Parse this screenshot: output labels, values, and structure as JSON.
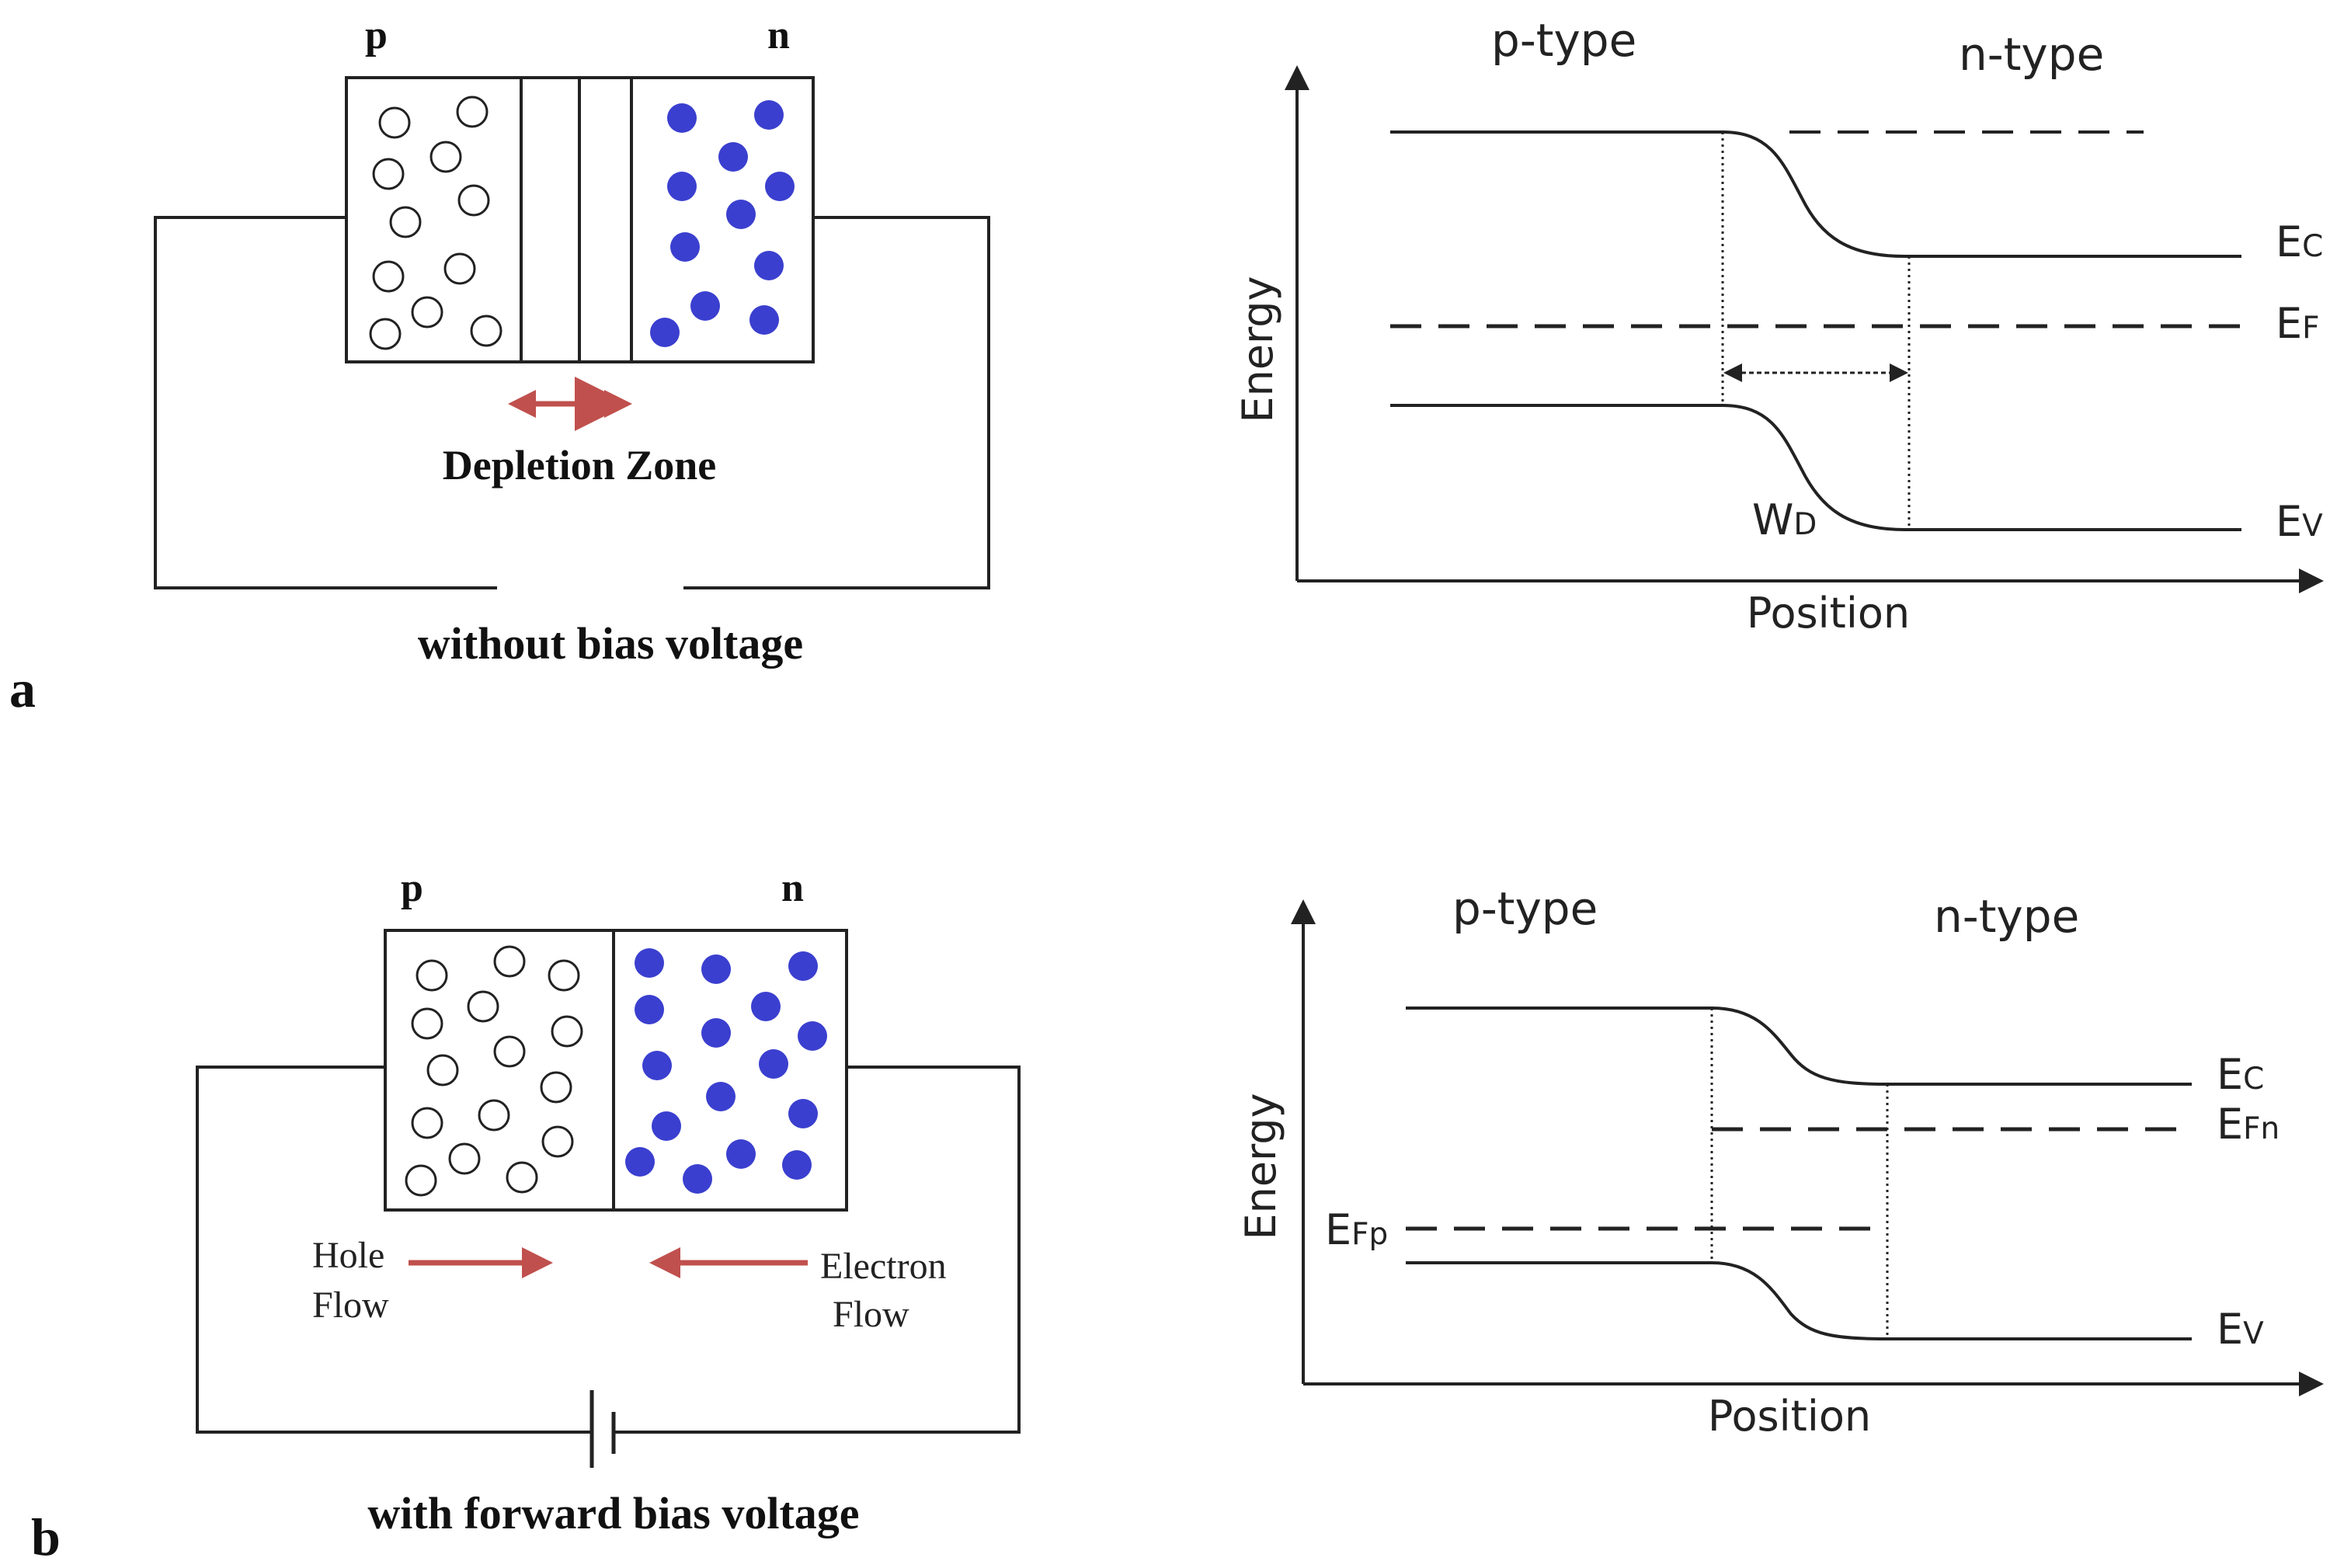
{
  "panel_a": {
    "letter": "a",
    "p_label": "p",
    "n_label": "n",
    "depletion_label": "Depletion Zone",
    "caption": "without bias voltage",
    "band": {
      "p_type": "p-type",
      "n_type": "n-type",
      "y_axis": "Energy",
      "x_axis": "Position",
      "ec_main": "E",
      "ec_sub": "C",
      "ef_main": "E",
      "ef_sub": "F",
      "ev_main": "E",
      "ev_sub": "V",
      "wd_main": "W",
      "wd_sub": "D"
    }
  },
  "panel_b": {
    "letter": "b",
    "p_label": "p",
    "n_label": "n",
    "hole_flow": [
      "Hole",
      "Flow"
    ],
    "electron_flow": [
      "Electron",
      "Flow"
    ],
    "caption": "with forward bias voltage",
    "band": {
      "p_type": "p-type",
      "n_type": "n-type",
      "y_axis": "Energy",
      "x_axis": "Position",
      "ec_main": "E",
      "ec_sub": "C",
      "efn_main": "E",
      "efn_sub": "Fn",
      "efp_main": "E",
      "efp_sub": "Fp",
      "ev_main": "E",
      "ev_sub": "V"
    }
  },
  "colors": {
    "electron": "#3a3fcf",
    "arrow": "#c0504d",
    "line": "#222222"
  }
}
